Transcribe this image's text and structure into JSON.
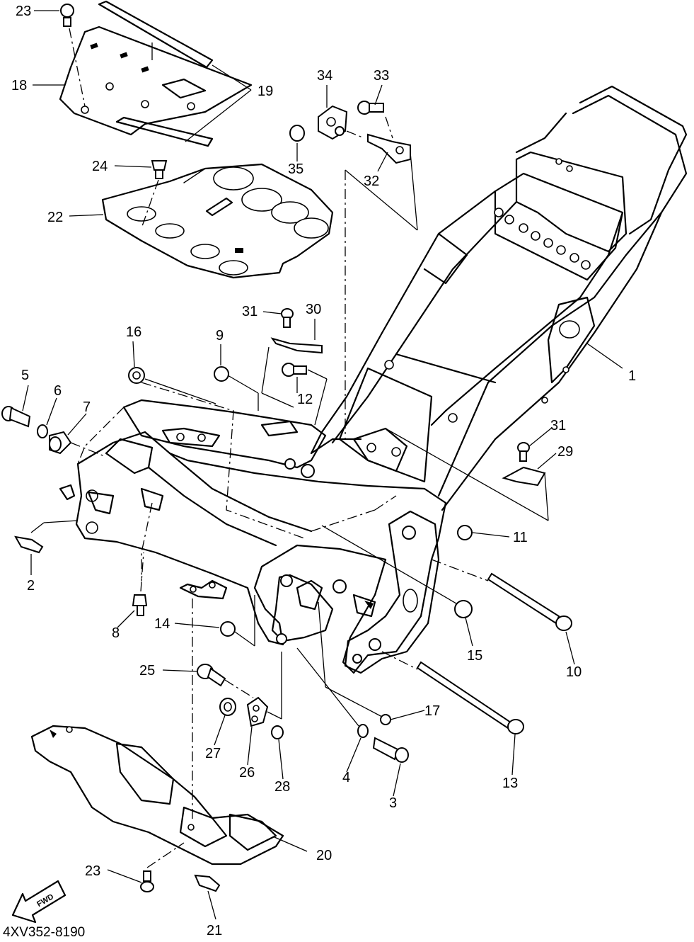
{
  "drawing": {
    "code": "4XV352-8190",
    "fwd_label": "FWD"
  },
  "callouts": [
    {
      "id": "c1",
      "label": "1"
    },
    {
      "id": "c2",
      "label": "2"
    },
    {
      "id": "c3",
      "label": "3"
    },
    {
      "id": "c4",
      "label": "4"
    },
    {
      "id": "c5",
      "label": "5"
    },
    {
      "id": "c6",
      "label": "6"
    },
    {
      "id": "c7",
      "label": "7"
    },
    {
      "id": "c8",
      "label": "8"
    },
    {
      "id": "c9",
      "label": "9"
    },
    {
      "id": "c10",
      "label": "10"
    },
    {
      "id": "c11",
      "label": "11"
    },
    {
      "id": "c12",
      "label": "12"
    },
    {
      "id": "c13",
      "label": "13"
    },
    {
      "id": "c14",
      "label": "14"
    },
    {
      "id": "c15",
      "label": "15"
    },
    {
      "id": "c16",
      "label": "16"
    },
    {
      "id": "c17",
      "label": "17"
    },
    {
      "id": "c18",
      "label": "18"
    },
    {
      "id": "c19",
      "label": "19"
    },
    {
      "id": "c20",
      "label": "20"
    },
    {
      "id": "c21",
      "label": "21"
    },
    {
      "id": "c22",
      "label": "22"
    },
    {
      "id": "c23a",
      "label": "23"
    },
    {
      "id": "c23b",
      "label": "23"
    },
    {
      "id": "c24",
      "label": "24"
    },
    {
      "id": "c25",
      "label": "25"
    },
    {
      "id": "c26",
      "label": "26"
    },
    {
      "id": "c27",
      "label": "27"
    },
    {
      "id": "c28",
      "label": "28"
    },
    {
      "id": "c29",
      "label": "29"
    },
    {
      "id": "c30",
      "label": "30"
    },
    {
      "id": "c31a",
      "label": "31"
    },
    {
      "id": "c31b",
      "label": "31"
    },
    {
      "id": "c32",
      "label": "32"
    },
    {
      "id": "c33",
      "label": "33"
    },
    {
      "id": "c34",
      "label": "34"
    },
    {
      "id": "c35",
      "label": "35"
    }
  ]
}
